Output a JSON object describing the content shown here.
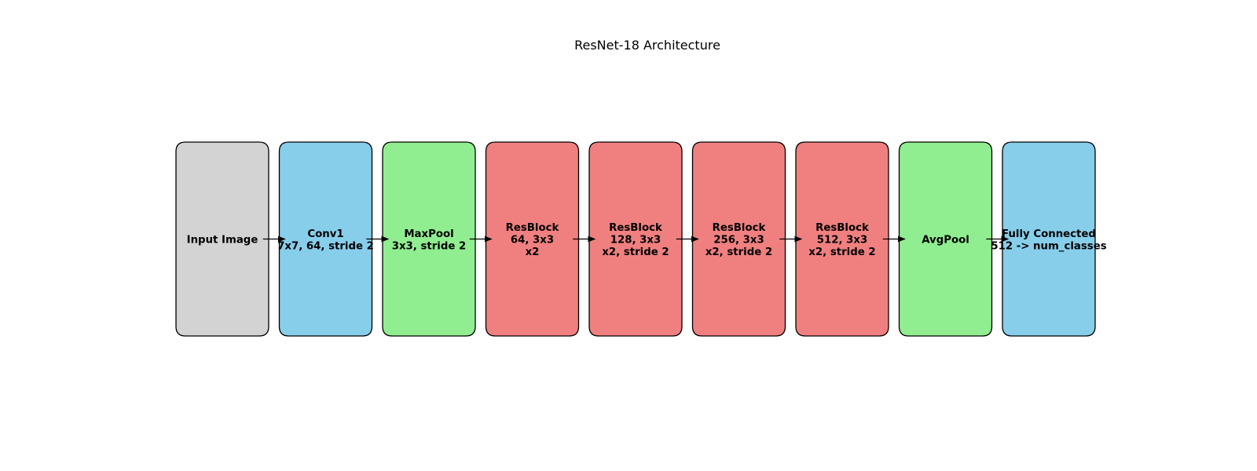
{
  "title": "ResNet-18 Architecture",
  "nodes": [
    {
      "lines": [
        "Input Image"
      ],
      "color": "#d3d3d3"
    },
    {
      "lines": [
        "Conv1",
        "7x7, 64, stride 2"
      ],
      "color": "#87ceeb"
    },
    {
      "lines": [
        "MaxPool",
        "3x3, stride 2"
      ],
      "color": "#90ee90"
    },
    {
      "lines": [
        "ResBlock",
        "64, 3x3",
        "x2"
      ],
      "color": "#f08080"
    },
    {
      "lines": [
        "ResBlock",
        "128, 3x3",
        "x2, stride 2"
      ],
      "color": "#f08080"
    },
    {
      "lines": [
        "ResBlock",
        "256, 3x3",
        "x2, stride 2"
      ],
      "color": "#f08080"
    },
    {
      "lines": [
        "ResBlock",
        "512, 3x3",
        "x2, stride 2"
      ],
      "color": "#f08080"
    },
    {
      "lines": [
        "AvgPool"
      ],
      "color": "#90ee90"
    },
    {
      "lines": [
        "Fully Connected",
        "512 -> num_classes"
      ],
      "color": "#87ceeb"
    }
  ],
  "edge_color": "#000000",
  "node_border_color": "#000000"
}
